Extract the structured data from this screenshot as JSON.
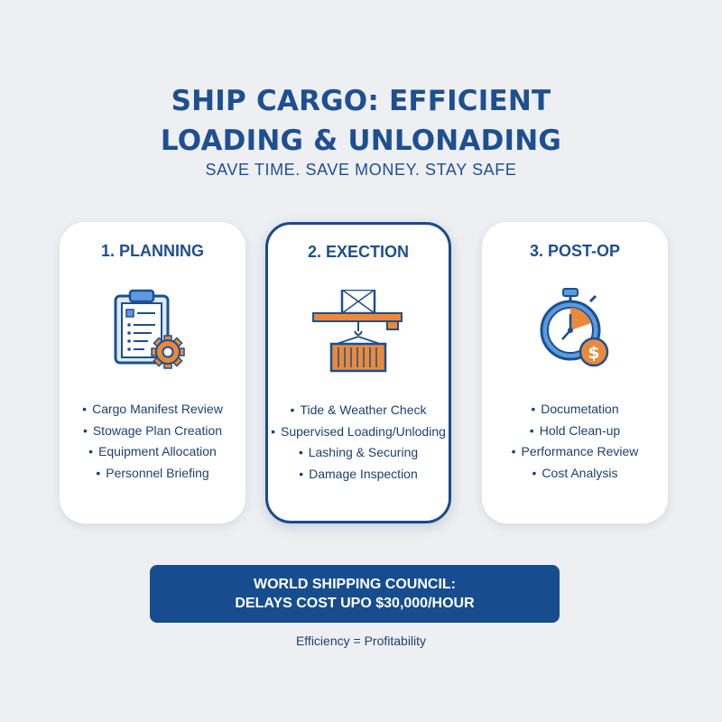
{
  "header": {
    "title_line1": "SHIP CARGO: EFFICIENT",
    "title_line2": "LOADING & UNLONADING",
    "subtitle": "SAVE TIME. SAVE MONEY. STAY SAFE"
  },
  "cards": [
    {
      "title": "1. PLANNING",
      "icon": "clipboard-gear-icon",
      "items": [
        "Cargo Manifest Review",
        "Stowage Plan Creation",
        "Equipment Allocation",
        "Personnel Briefing"
      ]
    },
    {
      "title": "2. EXECTION",
      "icon": "crane-container-icon",
      "items": [
        "Tide & Weather Check",
        "Supervised Loading/Unloding",
        "Lashing & Securing",
        "Damage Inspection"
      ]
    },
    {
      "title": "3. POST-OP",
      "icon": "stopwatch-dollar-icon",
      "items": [
        "Documetation",
        "Hold Clean-up",
        "Performance Review",
        "Cost Analysis"
      ]
    }
  ],
  "banner": {
    "line1": "WORLD SHIPPING COUNCIL:",
    "line2": "DELAYS COST UPO $30,000/HOUR"
  },
  "footer": "Efficiency = Profitability",
  "colors": {
    "primary": "#1d4f91",
    "accent_orange": "#e98a3a",
    "light_blue": "#5a9be0",
    "background": "#eeeff2"
  }
}
